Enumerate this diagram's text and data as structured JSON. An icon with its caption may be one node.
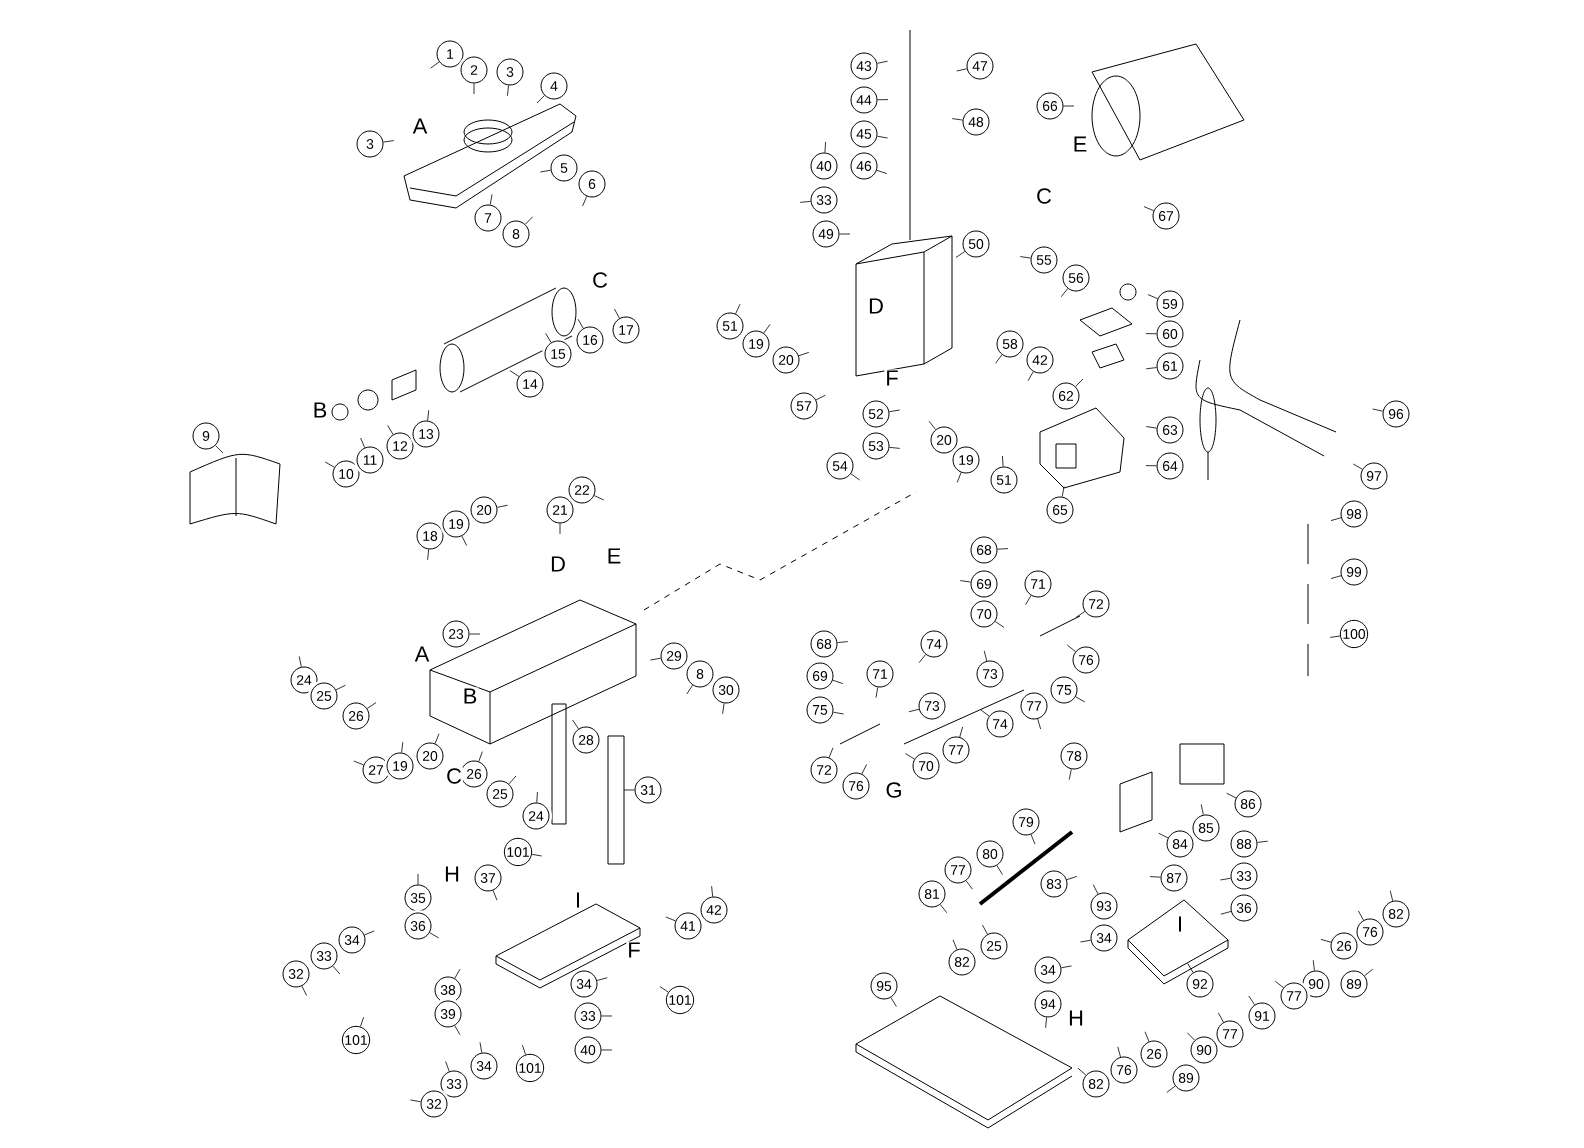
{
  "diagram": {
    "nodes": [
      {
        "text": [
          "1"
        ]
      },
      {
        "text": [
          "2"
        ]
      },
      {
        "text": [
          "3"
        ]
      },
      {
        "text": [
          "4"
        ]
      },
      {
        "text": [
          "3"
        ]
      },
      {
        "text": [
          "5"
        ]
      },
      {
        "text": [
          "6"
        ]
      },
      {
        "text": [
          "7"
        ]
      },
      {
        "text": [
          "8"
        ]
      },
      {
        "text": [
          "9"
        ]
      },
      {
        "text": [
          "10"
        ]
      },
      {
        "text": [
          "11"
        ]
      },
      {
        "text": [
          "12"
        ]
      },
      {
        "text": [
          "13"
        ]
      },
      {
        "text": [
          "14"
        ]
      },
      {
        "text": [
          "15"
        ]
      },
      {
        "text": [
          "16"
        ]
      },
      {
        "text": [
          "17"
        ]
      },
      {
        "text": [
          "43"
        ]
      },
      {
        "text": [
          "47"
        ]
      },
      {
        "text": [
          "44"
        ]
      },
      {
        "text": [
          "48"
        ]
      },
      {
        "text": [
          "45"
        ]
      },
      {
        "text": [
          "46"
        ]
      },
      {
        "text": [
          "40"
        ]
      },
      {
        "text": [
          "33"
        ]
      },
      {
        "text": [
          "49"
        ]
      },
      {
        "text": [
          "50"
        ]
      },
      {
        "text": [
          "55"
        ]
      },
      {
        "text": [
          "56"
        ]
      },
      {
        "text": [
          "66"
        ]
      },
      {
        "text": [
          "67"
        ]
      },
      {
        "text": [
          "59"
        ]
      },
      {
        "text": [
          "60"
        ]
      },
      {
        "text": [
          "61"
        ]
      },
      {
        "text": [
          "51"
        ]
      },
      {
        "text": [
          "19"
        ]
      },
      {
        "text": [
          "20"
        ]
      },
      {
        "text": [
          "58"
        ]
      },
      {
        "text": [
          "42"
        ]
      },
      {
        "text": [
          "62"
        ]
      },
      {
        "text": [
          "57"
        ]
      },
      {
        "text": [
          "52"
        ]
      },
      {
        "text": [
          "53"
        ]
      },
      {
        "text": [
          "54"
        ]
      },
      {
        "text": [
          "20"
        ]
      },
      {
        "text": [
          "19"
        ]
      },
      {
        "text": [
          "51"
        ]
      },
      {
        "text": [
          "63"
        ]
      },
      {
        "text": [
          "64"
        ]
      },
      {
        "text": [
          "65"
        ]
      },
      {
        "text": [
          "96"
        ]
      },
      {
        "text": [
          "97"
        ]
      },
      {
        "text": [
          "98"
        ]
      },
      {
        "text": [
          "99"
        ]
      },
      {
        "text": [
          "100"
        ]
      },
      {
        "text": [
          "18"
        ]
      },
      {
        "text": [
          "19"
        ]
      },
      {
        "text": [
          "20"
        ]
      },
      {
        "text": [
          "21"
        ]
      },
      {
        "text": [
          "22"
        ]
      },
      {
        "text": [
          "23"
        ]
      },
      {
        "text": [
          "24"
        ]
      },
      {
        "text": [
          "25"
        ]
      },
      {
        "text": [
          "26"
        ]
      },
      {
        "text": [
          "29"
        ]
      },
      {
        "text": [
          "8"
        ]
      },
      {
        "text": [
          "30"
        ]
      },
      {
        "text": [
          "28"
        ]
      },
      {
        "text": [
          "27"
        ]
      },
      {
        "text": [
          "19"
        ]
      },
      {
        "text": [
          "20"
        ]
      },
      {
        "text": [
          "26"
        ]
      },
      {
        "text": [
          "25"
        ]
      },
      {
        "text": [
          "24"
        ]
      },
      {
        "text": [
          "31"
        ]
      },
      {
        "text": [
          "101"
        ]
      },
      {
        "text": [
          "37"
        ]
      },
      {
        "text": [
          "35"
        ]
      },
      {
        "text": [
          "36"
        ]
      },
      {
        "text": [
          "42"
        ]
      },
      {
        "text": [
          "41"
        ]
      },
      {
        "text": [
          "34"
        ]
      },
      {
        "text": [
          "33"
        ]
      },
      {
        "text": [
          "32"
        ]
      },
      {
        "text": [
          "38"
        ]
      },
      {
        "text": [
          "39"
        ]
      },
      {
        "text": [
          "34"
        ]
      },
      {
        "text": [
          "101"
        ]
      },
      {
        "text": [
          "33"
        ]
      },
      {
        "text": [
          "101"
        ]
      },
      {
        "text": [
          "40"
        ]
      },
      {
        "text": [
          "34"
        ]
      },
      {
        "text": [
          "101"
        ]
      },
      {
        "text": [
          "33"
        ]
      },
      {
        "text": [
          "32"
        ]
      },
      {
        "text": [
          "68"
        ]
      },
      {
        "text": [
          "69"
        ]
      },
      {
        "text": [
          "71"
        ]
      },
      {
        "text": [
          "72"
        ]
      },
      {
        "text": [
          "70"
        ]
      },
      {
        "text": [
          "68"
        ]
      },
      {
        "text": [
          "74"
        ]
      },
      {
        "text": [
          "76"
        ]
      },
      {
        "text": [
          "73"
        ]
      },
      {
        "text": [
          "69"
        ]
      },
      {
        "text": [
          "71"
        ]
      },
      {
        "text": [
          "75"
        ]
      },
      {
        "text": [
          "77"
        ]
      },
      {
        "text": [
          "75"
        ]
      },
      {
        "text": [
          "73"
        ]
      },
      {
        "text": [
          "74"
        ]
      },
      {
        "text": [
          "77"
        ]
      },
      {
        "text": [
          "70"
        ]
      },
      {
        "text": [
          "72"
        ]
      },
      {
        "text": [
          "76"
        ]
      },
      {
        "text": [
          "78"
        ]
      },
      {
        "text": [
          "86"
        ]
      },
      {
        "text": [
          "79"
        ]
      },
      {
        "text": [
          "85"
        ]
      },
      {
        "text": [
          "84"
        ]
      },
      {
        "text": [
          "88"
        ]
      },
      {
        "text": [
          "80"
        ]
      },
      {
        "text": [
          "77"
        ]
      },
      {
        "text": [
          "87"
        ]
      },
      {
        "text": [
          "33"
        ]
      },
      {
        "text": [
          "83"
        ]
      },
      {
        "text": [
          "81"
        ]
      },
      {
        "text": [
          "93"
        ]
      },
      {
        "text": [
          "36"
        ]
      },
      {
        "text": [
          "82"
        ]
      },
      {
        "text": [
          "76"
        ]
      },
      {
        "text": [
          "34"
        ]
      },
      {
        "text": [
          "25"
        ]
      },
      {
        "text": [
          "26"
        ]
      },
      {
        "text": [
          "82"
        ]
      },
      {
        "text": [
          "34"
        ]
      },
      {
        "text": [
          "90"
        ]
      },
      {
        "text": [
          "89"
        ]
      },
      {
        "text": [
          "92"
        ]
      },
      {
        "text": [
          "95"
        ]
      },
      {
        "text": [
          "77"
        ]
      },
      {
        "text": [
          "94"
        ]
      },
      {
        "text": [
          "91"
        ]
      },
      {
        "text": [
          "77"
        ]
      },
      {
        "text": [
          "90"
        ]
      },
      {
        "text": [
          "26"
        ]
      },
      {
        "text": [
          "89"
        ]
      },
      {
        "text": [
          "76"
        ]
      },
      {
        "text": [
          "82"
        ]
      }
    ],
    "edges": [
      {
        "from": 0,
        "to": null,
        "arrow": "none"
      },
      {
        "from": 1,
        "to": null,
        "arrow": "none"
      },
      {
        "from": 2,
        "to": null,
        "arrow": "none"
      },
      {
        "from": 3,
        "to": null,
        "arrow": "none"
      },
      {
        "from": 4,
        "to": null,
        "arrow": "none"
      },
      {
        "from": 5,
        "to": null,
        "arrow": "none"
      },
      {
        "from": 6,
        "to": null,
        "arrow": "none"
      },
      {
        "from": 7,
        "to": null,
        "arrow": "none"
      },
      {
        "from": 8,
        "to": null,
        "arrow": "none"
      },
      {
        "from": 9,
        "to": null,
        "arrow": "none"
      },
      {
        "from": 10,
        "to": null,
        "arrow": "none"
      },
      {
        "from": 11,
        "to": null,
        "arrow": "none"
      },
      {
        "from": 12,
        "to": null,
        "arrow": "none"
      },
      {
        "from": 13,
        "to": null,
        "arrow": "none"
      },
      {
        "from": 14,
        "to": null,
        "arrow": "none"
      },
      {
        "from": 15,
        "to": null,
        "arrow": "none"
      },
      {
        "from": 16,
        "to": null,
        "arrow": "none"
      },
      {
        "from": 17,
        "to": null,
        "arrow": "none"
      },
      {
        "from": 18,
        "to": null,
        "arrow": "none"
      },
      {
        "from": 19,
        "to": null,
        "arrow": "none"
      },
      {
        "from": 20,
        "to": null,
        "arrow": "none"
      },
      {
        "from": 21,
        "to": null,
        "arrow": "none"
      },
      {
        "from": 22,
        "to": null,
        "arrow": "none"
      },
      {
        "from": 23,
        "to": null,
        "arrow": "none"
      },
      {
        "from": 24,
        "to": null,
        "arrow": "none"
      },
      {
        "from": 25,
        "to": null,
        "arrow": "none"
      },
      {
        "from": 26,
        "to": null,
        "arrow": "none"
      },
      {
        "from": 27,
        "to": null,
        "arrow": "none"
      },
      {
        "from": 28,
        "to": null,
        "arrow": "none"
      },
      {
        "from": 29,
        "to": null,
        "arrow": "none"
      },
      {
        "from": 30,
        "to": null,
        "arrow": "none"
      },
      {
        "from": 31,
        "to": null,
        "arrow": "none"
      },
      {
        "from": 32,
        "to": null,
        "arrow": "none"
      },
      {
        "from": 33,
        "to": null,
        "arrow": "none"
      },
      {
        "from": 34,
        "to": null,
        "arrow": "none"
      },
      {
        "from": 35,
        "to": null,
        "arrow": "none"
      },
      {
        "from": 36,
        "to": null,
        "arrow": "none"
      },
      {
        "from": 37,
        "to": null,
        "arrow": "none"
      },
      {
        "from": 38,
        "to": null,
        "arrow": "none"
      },
      {
        "from": 39,
        "to": null,
        "arrow": "none"
      },
      {
        "from": 40,
        "to": null,
        "arrow": "none"
      },
      {
        "from": 41,
        "to": null,
        "arrow": "none"
      },
      {
        "from": 42,
        "to": null,
        "arrow": "none"
      },
      {
        "from": 43,
        "to": null,
        "arrow": "none"
      },
      {
        "from": 44,
        "to": null,
        "arrow": "none"
      },
      {
        "from": 45,
        "to": null,
        "arrow": "none"
      },
      {
        "from": 46,
        "to": null,
        "arrow": "none"
      },
      {
        "from": 47,
        "to": null,
        "arrow": "none"
      },
      {
        "from": 48,
        "to": null,
        "arrow": "none"
      },
      {
        "from": 49,
        "to": null,
        "arrow": "none"
      },
      {
        "from": 50,
        "to": null,
        "arrow": "none"
      },
      {
        "from": 51,
        "to": null,
        "arrow": "none"
      },
      {
        "from": 52,
        "to": null,
        "arrow": "none"
      },
      {
        "from": 53,
        "to": null,
        "arrow": "none"
      },
      {
        "from": 54,
        "to": null,
        "arrow": "none"
      },
      {
        "from": 55,
        "to": null,
        "arrow": "none"
      },
      {
        "from": 56,
        "to": null,
        "arrow": "none"
      },
      {
        "from": 57,
        "to": null,
        "arrow": "none"
      },
      {
        "from": 58,
        "to": null,
        "arrow": "none"
      },
      {
        "from": 59,
        "to": null,
        "arrow": "none"
      },
      {
        "from": 60,
        "to": null,
        "arrow": "none"
      },
      {
        "from": 61,
        "to": null,
        "arrow": "none"
      },
      {
        "from": 62,
        "to": null,
        "arrow": "none"
      },
      {
        "from": 63,
        "to": null,
        "arrow": "none"
      },
      {
        "from": 64,
        "to": null,
        "arrow": "none"
      },
      {
        "from": 65,
        "to": null,
        "arrow": "none"
      },
      {
        "from": 66,
        "to": null,
        "arrow": "none"
      },
      {
        "from": 67,
        "to": null,
        "arrow": "none"
      },
      {
        "from": 68,
        "to": null,
        "arrow": "none"
      },
      {
        "from": 69,
        "to": null,
        "arrow": "none"
      },
      {
        "from": 70,
        "to": null,
        "arrow": "none"
      },
      {
        "from": 71,
        "to": null,
        "arrow": "none"
      },
      {
        "from": 72,
        "to": null,
        "arrow": "none"
      },
      {
        "from": 73,
        "to": null,
        "arrow": "none"
      },
      {
        "from": 74,
        "to": null,
        "arrow": "none"
      },
      {
        "from": 75,
        "to": null,
        "arrow": "none"
      },
      {
        "from": 76,
        "to": null,
        "arrow": "none"
      },
      {
        "from": 77,
        "to": null,
        "arrow": "none"
      },
      {
        "from": 78,
        "to": null,
        "arrow": "none"
      },
      {
        "from": 79,
        "to": null,
        "arrow": "none"
      },
      {
        "from": 80,
        "to": null,
        "arrow": "none"
      },
      {
        "from": 81,
        "to": null,
        "arrow": "none"
      },
      {
        "from": 82,
        "to": null,
        "arrow": "none"
      },
      {
        "from": 83,
        "to": null,
        "arrow": "none"
      },
      {
        "from": 84,
        "to": null,
        "arrow": "none"
      },
      {
        "from": 85,
        "to": null,
        "arrow": "none"
      },
      {
        "from": 86,
        "to": null,
        "arrow": "none"
      },
      {
        "from": 87,
        "to": null,
        "arrow": "none"
      },
      {
        "from": 88,
        "to": null,
        "arrow": "none"
      },
      {
        "from": 89,
        "to": null,
        "arrow": "none"
      },
      {
        "from": 90,
        "to": null,
        "arrow": "none"
      },
      {
        "from": 91,
        "to": null,
        "arrow": "none"
      },
      {
        "from": 92,
        "to": null,
        "arrow": "none"
      },
      {
        "from": 93,
        "to": null,
        "arrow": "none"
      },
      {
        "from": 94,
        "to": null,
        "arrow": "none"
      },
      {
        "from": 95,
        "to": null,
        "arrow": "none"
      },
      {
        "from": 96,
        "to": null,
        "arrow": "none"
      },
      {
        "from": 97,
        "to": null,
        "arrow": "none"
      },
      {
        "from": 98,
        "to": null,
        "arrow": "none"
      },
      {
        "from": 99,
        "to": null,
        "arrow": "none"
      },
      {
        "from": 100,
        "to": null,
        "arrow": "none"
      },
      {
        "from": 101,
        "to": null,
        "arrow": "none"
      },
      {
        "from": 102,
        "to": null,
        "arrow": "none"
      },
      {
        "from": 103,
        "to": null,
        "arrow": "none"
      },
      {
        "from": 104,
        "to": null,
        "arrow": "none"
      },
      {
        "from": 105,
        "to": null,
        "arrow": "none"
      },
      {
        "from": 106,
        "to": null,
        "arrow": "none"
      },
      {
        "from": 107,
        "to": null,
        "arrow": "none"
      },
      {
        "from": 108,
        "to": null,
        "arrow": "none"
      },
      {
        "from": 109,
        "to": null,
        "arrow": "none"
      },
      {
        "from": 110,
        "to": null,
        "arrow": "none"
      },
      {
        "from": 111,
        "to": null,
        "arrow": "none"
      },
      {
        "from": 112,
        "to": null,
        "arrow": "none"
      },
      {
        "from": 113,
        "to": null,
        "arrow": "none"
      },
      {
        "from": 114,
        "to": null,
        "arrow": "none"
      },
      {
        "from": 115,
        "to": null,
        "arrow": "none"
      },
      {
        "from": 116,
        "to": null,
        "arrow": "none"
      },
      {
        "from": 117,
        "to": null,
        "arrow": "none"
      },
      {
        "from": 118,
        "to": null,
        "arrow": "none"
      },
      {
        "from": 119,
        "to": null,
        "arrow": "none"
      },
      {
        "from": 120,
        "to": null,
        "arrow": "none"
      },
      {
        "from": 121,
        "to": null,
        "arrow": "none"
      },
      {
        "from": 122,
        "to": null,
        "arrow": "none"
      },
      {
        "from": 123,
        "to": null,
        "arrow": "none"
      },
      {
        "from": 124,
        "to": null,
        "arrow": "none"
      },
      {
        "from": 125,
        "to": null,
        "arrow": "none"
      },
      {
        "from": 126,
        "to": null,
        "arrow": "none"
      },
      {
        "from": 127,
        "to": null,
        "arrow": "none"
      },
      {
        "from": 128,
        "to": null,
        "arrow": "none"
      },
      {
        "from": 129,
        "to": null,
        "arrow": "none"
      },
      {
        "from": 130,
        "to": null,
        "arrow": "none"
      },
      {
        "from": 131,
        "to": null,
        "arrow": "none"
      },
      {
        "from": 132,
        "to": null,
        "arrow": "none"
      },
      {
        "from": 133,
        "to": null,
        "arrow": "none"
      },
      {
        "from": 134,
        "to": null,
        "arrow": "none"
      },
      {
        "from": 135,
        "to": null,
        "arrow": "none"
      },
      {
        "from": 136,
        "to": null,
        "arrow": "none"
      },
      {
        "from": 137,
        "to": null,
        "arrow": "none"
      },
      {
        "from": 138,
        "to": null,
        "arrow": "none"
      },
      {
        "from": 139,
        "to": null,
        "arrow": "none"
      },
      {
        "from": 140,
        "to": null,
        "arrow": "none"
      },
      {
        "from": 141,
        "to": null,
        "arrow": "none"
      },
      {
        "from": 142,
        "to": null,
        "arrow": "none"
      },
      {
        "from": 143,
        "to": null,
        "arrow": "none"
      },
      {
        "from": 144,
        "to": null,
        "arrow": "none"
      },
      {
        "from": 145,
        "to": null,
        "arrow": "none"
      },
      {
        "from": 146,
        "to": null,
        "arrow": "none"
      },
      {
        "from": 147,
        "to": null,
        "arrow": "none"
      },
      {
        "from": 148,
        "to": null,
        "arrow": "none"
      },
      {
        "from": 149,
        "to": null,
        "arrow": "none"
      }
    ],
    "labels": [
      "A",
      "E",
      "C",
      "C",
      "D",
      "F",
      "B",
      "E",
      "D",
      "A",
      "B",
      "C",
      "G",
      "H",
      "I",
      "I",
      "F",
      "H"
    ]
  }
}
